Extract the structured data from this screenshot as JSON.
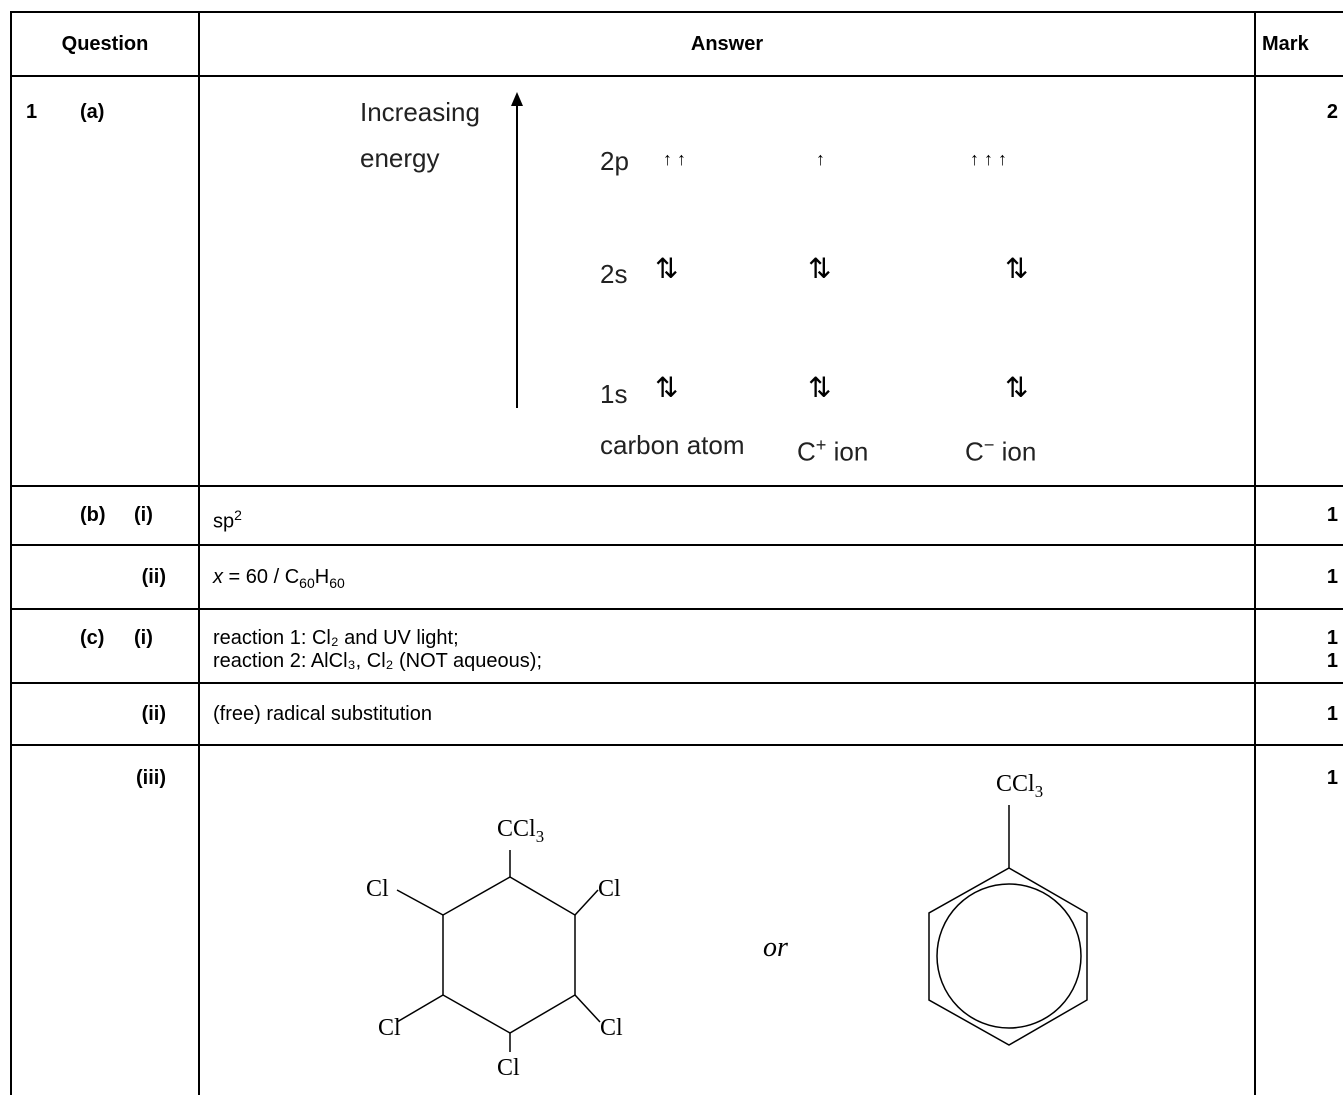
{
  "header": {
    "question": "Question",
    "answer": "Answer",
    "mark": "Mark"
  },
  "rows": [
    {
      "q_num": "1",
      "q_part": "(a)",
      "mark": "2"
    },
    {
      "q_part": "(b)",
      "q_sub": "(i)",
      "answer_main": "sp",
      "answer_sup": "2",
      "mark": "1"
    },
    {
      "q_sub": "(ii)",
      "answer_var": "x",
      "answer_text": " = 60 / C",
      "sub1": "60",
      "h": "H",
      "sub2": "60",
      "mark": "1"
    },
    {
      "q_part": "(c)",
      "q_sub": "(i)",
      "line1": "reaction 1: Cl₂ and UV light;",
      "line2": "reaction 2: AlCl₃, Cl₂ (NOT aqueous);",
      "mark1": "1",
      "mark2": "1"
    },
    {
      "q_sub": "(ii)",
      "answer": "(free) radical substitution",
      "mark": "1"
    },
    {
      "q_sub": "(iii)",
      "mark": "1"
    }
  ],
  "energy_diagram": {
    "axis_label_1": "Increasing",
    "axis_label_2": "energy",
    "levels": [
      {
        "name": "2p",
        "carbon": "↑ ↑",
        "c_plus": "↑",
        "c_minus": "↑ ↑ ↑"
      },
      {
        "name": "2s",
        "carbon": "⇅",
        "c_plus": "⇅",
        "c_minus": "⇅"
      },
      {
        "name": "1s",
        "carbon": "⇅",
        "c_plus": "⇅",
        "c_minus": "⇅"
      }
    ],
    "col_carbon": "carbon atom",
    "col_c_plus_base": "C",
    "col_c_plus_sup": "+",
    "col_c_plus_tail": " ion",
    "col_c_minus_base": "C",
    "col_c_minus_sup": "−",
    "col_c_minus_tail": " ion"
  },
  "structures": {
    "left": {
      "top": "CCl",
      "top_sub": "3",
      "cl": "Cl"
    },
    "or": "or",
    "right": {
      "top": "CCl",
      "top_sub": "3"
    }
  }
}
